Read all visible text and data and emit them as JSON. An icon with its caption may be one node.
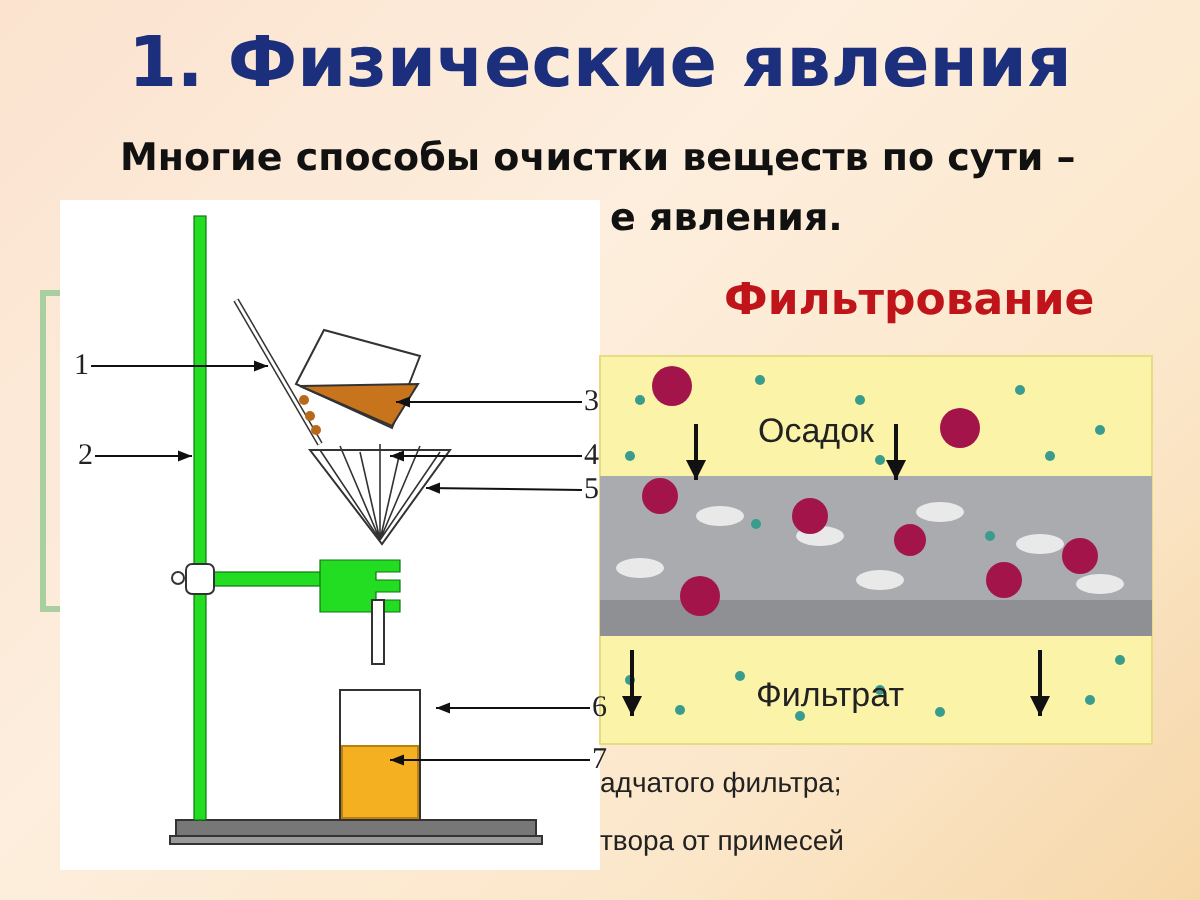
{
  "diagram": {
    "title": "1. Физические явления",
    "nodes": [
      {
        "text": [
          "1"
        ]
      },
      {
        "text": [
          "2"
        ]
      },
      {
        "text": [
          "3"
        ]
      },
      {
        "text": [
          "4"
        ]
      },
      {
        "text": [
          "5"
        ]
      },
      {
        "text": [
          "6"
        ]
      },
      {
        "text": [
          "7"
        ]
      }
    ],
    "edges": [
      {
        "from": 0,
        "to": null,
        "arrow": "to"
      },
      {
        "from": 1,
        "to": null,
        "arrow": "to"
      },
      {
        "from": 2,
        "to": null,
        "arrow": "to"
      },
      {
        "from": 3,
        "to": null,
        "arrow": "to"
      },
      {
        "from": 4,
        "to": null,
        "arrow": "to"
      },
      {
        "from": 5,
        "to": null,
        "arrow": "to"
      },
      {
        "from": 6,
        "to": null,
        "arrow": "to"
      }
    ],
    "labels": [
      "Многие способы очистки веществ по сути –",
      "е явления.",
      "Фильтрование",
      "Осадок",
      "Фильтрат",
      "адчатого фильтра;",
      "твора от примесей"
    ]
  }
}
